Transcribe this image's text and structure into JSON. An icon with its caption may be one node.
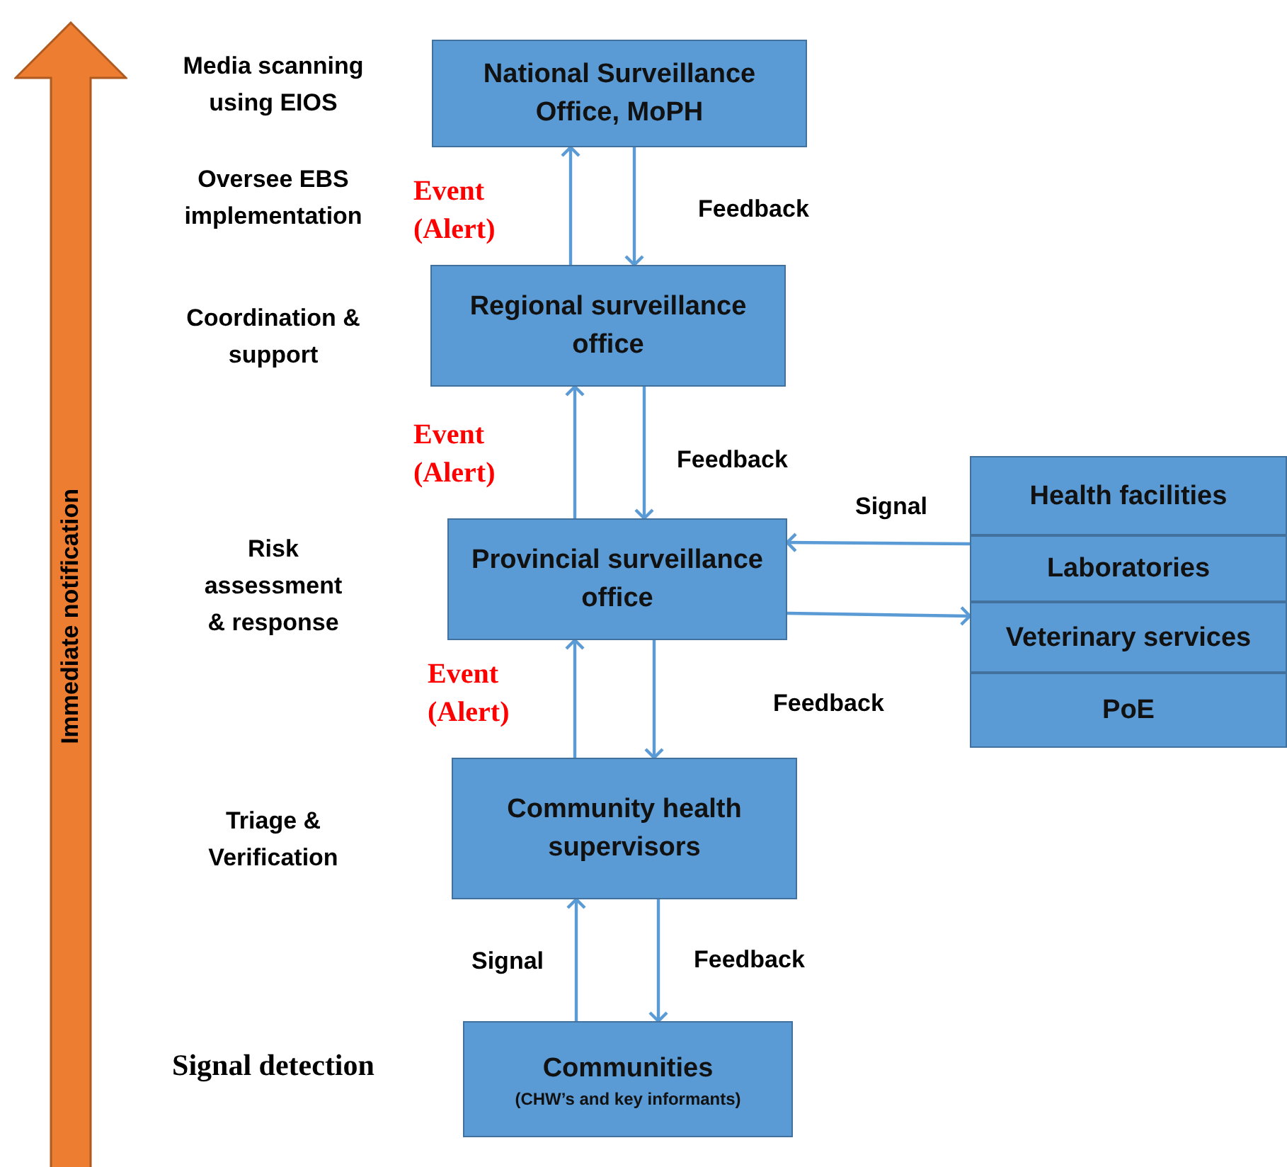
{
  "diagram": {
    "nodes": [
      {
        "text": [
          "Immediate notification"
        ]
      },
      {
        "text": [
          "National Surveillance Office, MoPH"
        ]
      },
      {
        "text": [
          "Regional surveillance office"
        ]
      },
      {
        "text": [
          "Provincial surveillance office"
        ]
      },
      {
        "text": [
          "Community health supervisors"
        ]
      },
      {
        "text": [
          "Communities",
          "(CHW’s and key informants)"
        ]
      },
      {
        "text": [],
        "shape": "box"
      },
      {
        "text": [
          "Health facilities"
        ],
        "in": 6
      },
      {
        "text": [
          "Laboratories"
        ],
        "in": 6
      },
      {
        "text": [
          "Veterinary services"
        ],
        "in": 6
      },
      {
        "text": [
          "PoE"
        ],
        "in": 6
      }
    ],
    "edges": [
      {
        "from": 2,
        "to": 1,
        "arrow": "to",
        "label": "Event (Alert)"
      },
      {
        "from": 1,
        "to": 2,
        "arrow": "to",
        "label": "Feedback"
      },
      {
        "from": 3,
        "to": 2,
        "arrow": "to",
        "label": "Event (Alert)"
      },
      {
        "from": 2,
        "to": 3,
        "arrow": "to",
        "label": "Feedback"
      },
      {
        "from": 4,
        "to": 3,
        "arrow": "to",
        "label": "Event (Alert)"
      },
      {
        "from": 3,
        "to": 4,
        "arrow": "to",
        "label": "Feedback"
      },
      {
        "from": 5,
        "to": 4,
        "arrow": "to",
        "label": "Signal"
      },
      {
        "from": 4,
        "to": 5,
        "arrow": "to",
        "label": "Feedback"
      },
      {
        "from": 6,
        "to": 3,
        "arrow": "to",
        "label": "Signal"
      },
      {
        "from": 3,
        "to": 6,
        "arrow": "to"
      }
    ],
    "labels": [
      "Media scanning using EIOS",
      "Oversee EBS implementation",
      "Coordination & support",
      "Risk assessment & response",
      "Triage & Verification",
      "Signal detection"
    ]
  }
}
